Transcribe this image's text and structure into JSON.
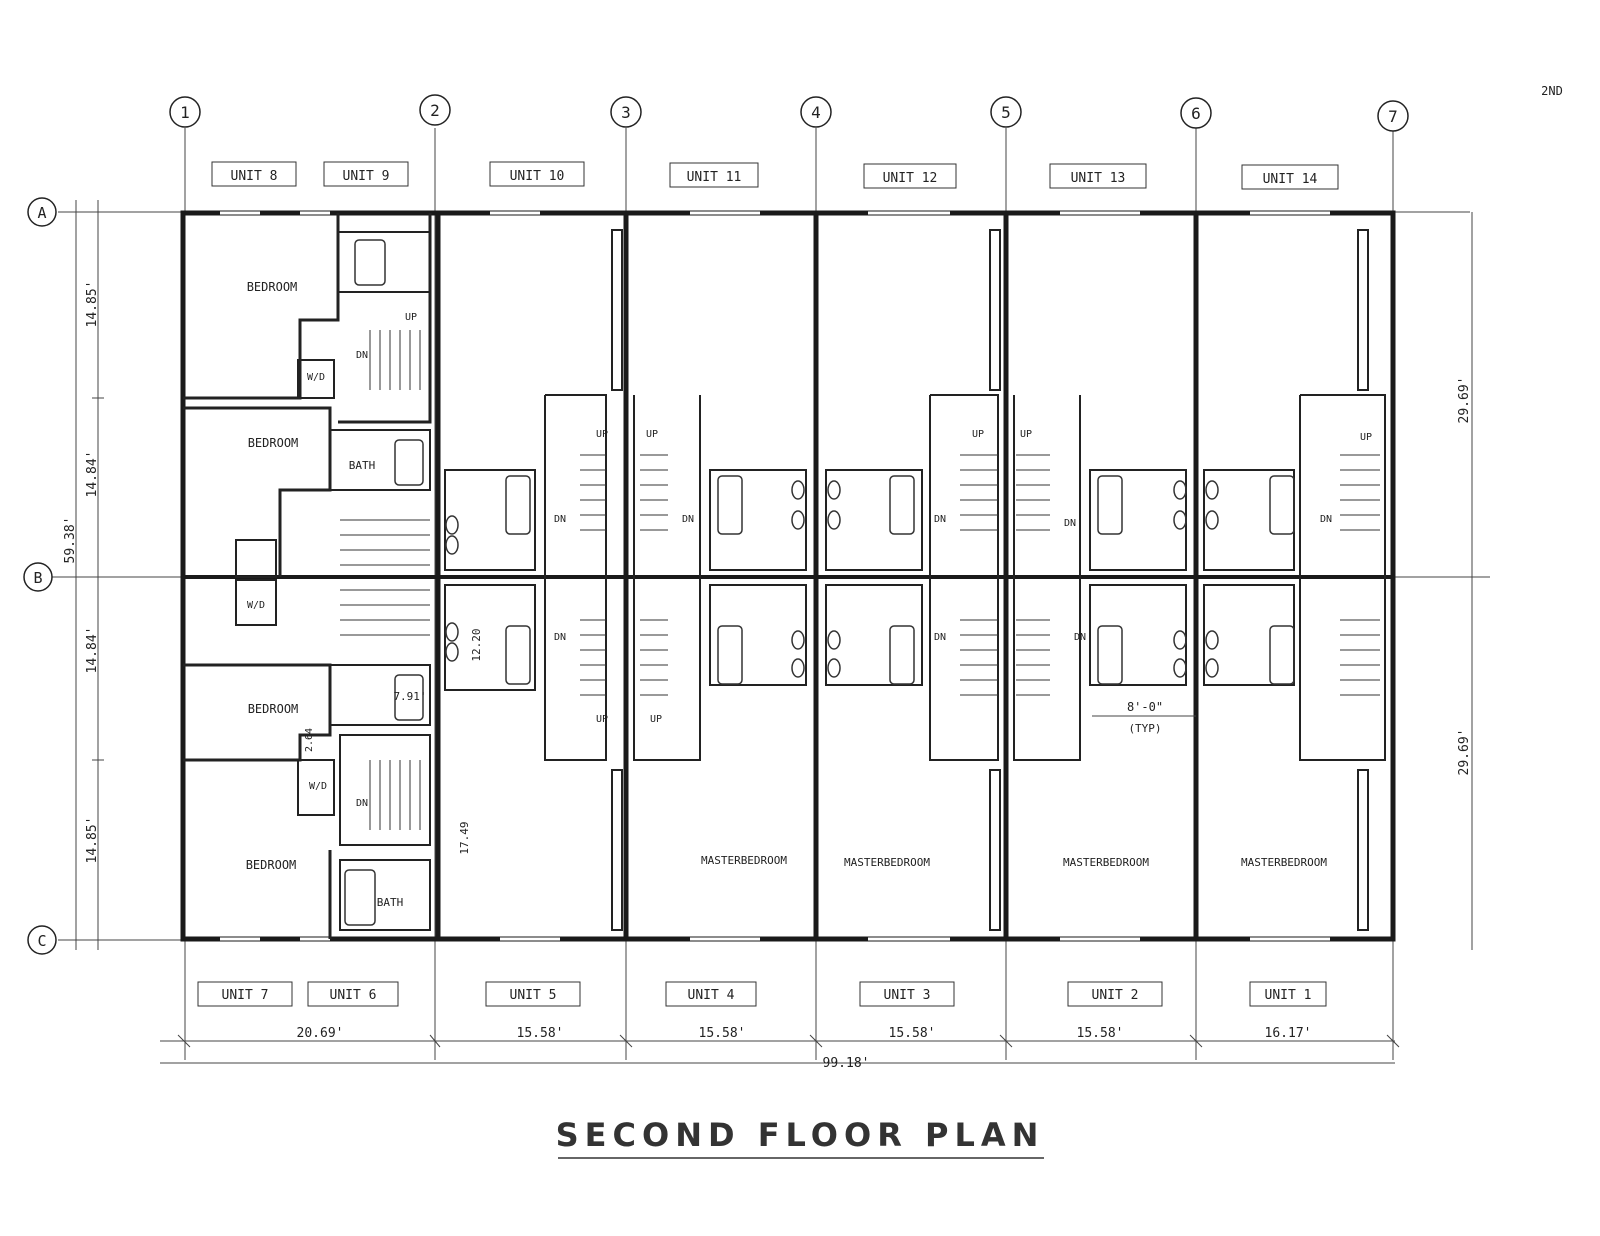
{
  "page_mark": "2ND",
  "title": "SECOND FLOOR PLAN",
  "grid": {
    "columns": [
      "1",
      "2",
      "3",
      "4",
      "5",
      "6",
      "7"
    ],
    "rows": [
      "A",
      "B",
      "C"
    ]
  },
  "units_top": [
    "UNIT 8",
    "UNIT 9",
    "UNIT 10",
    "UNIT 11",
    "UNIT 12",
    "UNIT 13",
    "UNIT 14"
  ],
  "units_bottom": [
    "UNIT 7",
    "UNIT 6",
    "UNIT 5",
    "UNIT 4",
    "UNIT 3",
    "UNIT 2",
    "UNIT 1"
  ],
  "dims_bottom": [
    "20.69'",
    "15.58'",
    "15.58'",
    "15.58'",
    "15.58'",
    "16.17'"
  ],
  "overall_width": "99.18'",
  "dims_left": [
    "14.85'",
    "14.84'",
    "14.84'",
    "14.85'"
  ],
  "overall_depth": "59.38'",
  "dims_right": [
    "29.69'",
    "29.69'"
  ],
  "room_labels": {
    "bedroom": "BEDROOM",
    "bath": "BATH",
    "wd": "W/D",
    "up": "UP",
    "dn": "DN",
    "master": "MASTERBEDROOM"
  },
  "notes": {
    "typ_dim": "8'-0\"",
    "typ": "(TYP)",
    "d_1220": "12.20",
    "d_791": "7.91'",
    "d_264": "2.64",
    "d_1749": "17.49"
  }
}
